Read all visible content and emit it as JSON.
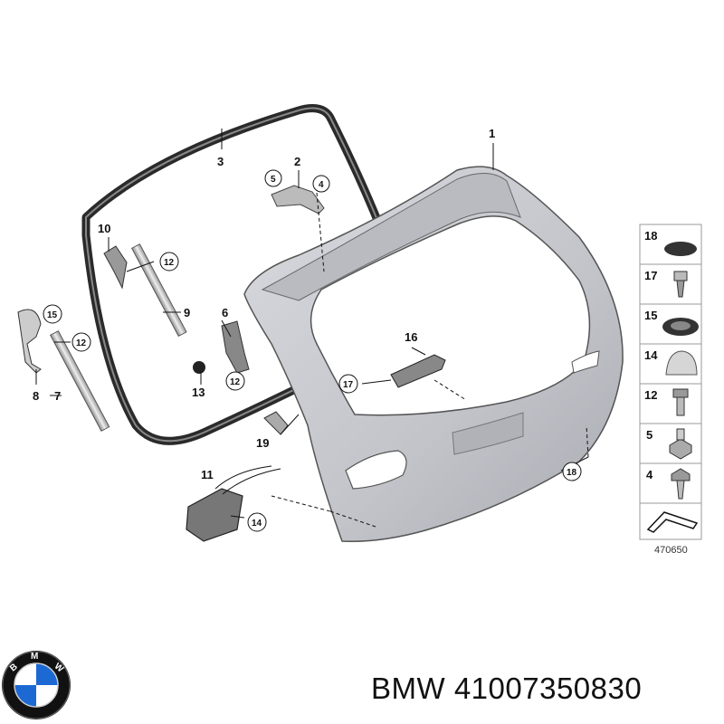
{
  "brand": "BMW",
  "part_number": "41007350830",
  "logo": {
    "name": "bmw-roundel",
    "text": "BMW",
    "colors": {
      "blue": "#1c69d4",
      "black": "#111111",
      "white": "#ffffff"
    }
  },
  "diagram": {
    "figure_code": "470650",
    "callouts": {
      "c1": "1",
      "c2": "2",
      "c3": "3",
      "c4": "4",
      "c5": "5",
      "c6": "6",
      "c7": "7",
      "c8": "8",
      "c9": "9",
      "c10": "10",
      "c11": "11",
      "c12a": "12",
      "c12b": "12",
      "c12c": "12",
      "c13": "13",
      "c14": "14",
      "c15": "15",
      "c16": "16",
      "c17": "17",
      "c18": "18",
      "c19": "19"
    },
    "legend": [
      {
        "number": "18",
        "icon": "grommet-icon"
      },
      {
        "number": "17",
        "icon": "expanding-nut-icon"
      },
      {
        "number": "15",
        "icon": "plug-icon"
      },
      {
        "number": "14",
        "icon": "cap-icon"
      },
      {
        "number": "12",
        "icon": "bolt-icon"
      },
      {
        "number": "5",
        "icon": "hex-nut-icon"
      },
      {
        "number": "4",
        "icon": "screw-icon"
      }
    ]
  }
}
